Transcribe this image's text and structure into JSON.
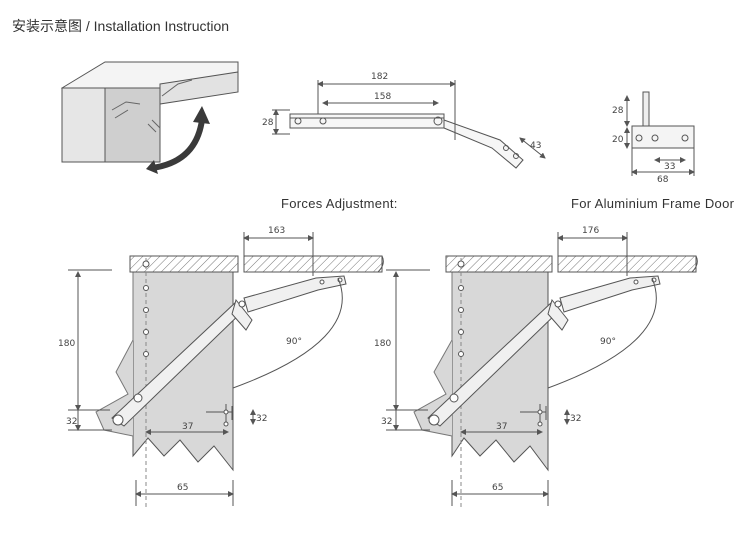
{
  "title": "安装示意图 / Installation Instruction",
  "sections": {
    "forces_label": "Forces Adjustment:",
    "aluminium_label": "For Aluminium Frame Door"
  },
  "top_dims": {
    "overall_length": "182",
    "inner_length": "158",
    "height": "28",
    "arm": "43"
  },
  "base_dims": {
    "height_top": "28",
    "height_body": "20",
    "hole_span": "33",
    "width": "68"
  },
  "left_diagram": {
    "top_offset": "163",
    "height": "180",
    "bottom_offset": "32",
    "horizontal": "37",
    "small": "32",
    "angle": "90°",
    "bottom_width": "65"
  },
  "right_diagram": {
    "top_offset": "176",
    "height": "180",
    "bottom_offset": "32",
    "horizontal": "37",
    "small": "32",
    "angle": "90°",
    "bottom_width": "65"
  },
  "colors": {
    "line": "#555555",
    "fill_cabinet": "#d8d8d8",
    "fill_panel": "#eeeeee",
    "arrow": "#3a3a3a"
  }
}
